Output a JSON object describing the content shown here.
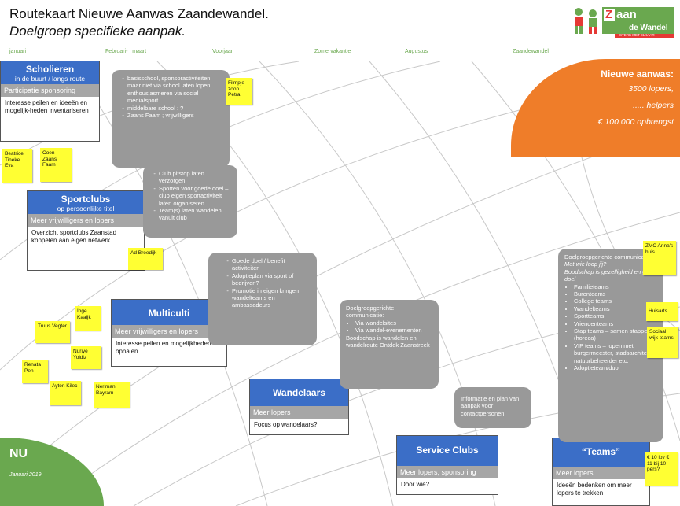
{
  "title": "Routekaart Nieuwe Aanwas Zaandewandel.",
  "subtitle": "Doelgroep specifieke aanpak.",
  "logo": {
    "top": "Z",
    "top2": "aan",
    "bottom": "de Wandel",
    "tagline": "STERK MET ELKAAR"
  },
  "timeline": [
    "januari",
    "Februari- , maart",
    "Voorjaar",
    "Zomervakantie",
    "Augustus",
    "Zaandewandel"
  ],
  "goal": {
    "title": "Nieuwe aanwas:",
    "line1": "3500 lopers,",
    "line2": "..... helpers",
    "line3": "€ 100.000 opbrengst"
  },
  "now": {
    "label": "NU",
    "date": "Januari 2019"
  },
  "cards": {
    "scholieren": {
      "title": "Scholieren",
      "sub": "in de buurt / langs route",
      "band": "Participatie sponsoring",
      "body": "Interesse peilen en ideeën en mogelijk-heden inventariseren"
    },
    "sportclubs": {
      "title": "Sportclubs",
      "sub": "op persoonlijke titel",
      "band": "Meer vrijwilligers en lopers",
      "body": "Overzicht sportclubs Zaanstad koppelen aan eigen netwerk"
    },
    "multiculti": {
      "title": "Multiculti",
      "band": "Meer vrijwilligers en lopers",
      "body": "Interesse peilen en mogelijkheden ophalen"
    },
    "wandelaars": {
      "title": "Wandelaars",
      "band": "Meer lopers",
      "body": "Focus op wandelaars?"
    },
    "service": {
      "title": "Service Clubs",
      "band": "Meer lopers, sponsoring",
      "body": "Door wie?"
    },
    "teams": {
      "title": "“Teams”",
      "band": "Meer lopers",
      "body": "Ideeën bedenken om meer lopers te trekken"
    }
  },
  "grey": {
    "school": [
      "basisschool, sponsoractiviteiten maar niet via school laten lopen, enthousiasmeren via social media/sport",
      "middelbare school : ?",
      "Zaans Faam ; vrijwilligers"
    ],
    "club": [
      "Club pitstop laten verzorgen",
      "Sporten voor goede doel – club eigen sportactiviteit laten organiseren",
      "Team(s) laten wandelen vanuit club"
    ],
    "doel": [
      "Goede doel / benefit activiteiten",
      "Adoptieplan via sport of bedrijven?",
      "Promotie in eigen kringen wandelteams en ambassadeurs"
    ],
    "comm": {
      "head": "Doelgroepgerichte communicatie:",
      "items": [
        "Via wandelsites",
        "Via wandel-evenementen"
      ],
      "tail": "Boodschap is wandelen en wandelroute Ontdek Zaanstreek"
    },
    "info": "Informatie en plan van aanpak voor contactpersonen",
    "teams": {
      "head": "Doelgroepgerichte communicatie:",
      "q": "Met wie loop jij?",
      "b": "Boodschap is gezelligheid en goed doel",
      "items": [
        "Familieteams",
        "Burenteams",
        "College teams",
        "Wandelteams",
        "Sportteams",
        "Vriendenteams",
        "Stap teams – samen stappen (horeca)",
        "VIP teams – lopen met burgermeester, stadsarchitect, natuurbeheerder etc.",
        "Adoptieteam/duo"
      ]
    }
  },
  "stickies": {
    "filmpje": "Filmpje zoon Petra",
    "beatrice": "Beatrice Tineke Eva",
    "coen": "Coen Zaans Faam",
    "ad": "Ad Breedijk",
    "inge": "Inge Kaaijk",
    "truus": "Truus Vegter",
    "nuriye": "Nuriye Yoldiz",
    "renata": "Renata Pen",
    "ayten": "Ayten Kilec",
    "neriman": "Neriman Bayram",
    "zmc": "ZMC Anna's huis",
    "huisarts": "Huisarts",
    "sociaal": "Sociaal wijk-teams",
    "euro": "€ 10 ipv € 11 bij 10 pers?"
  },
  "colors": {
    "blue": "#3b6ec7",
    "orange": "#ef7d29",
    "green": "#6aa84f",
    "grey": "#999999",
    "sticky": "#ffff33"
  }
}
